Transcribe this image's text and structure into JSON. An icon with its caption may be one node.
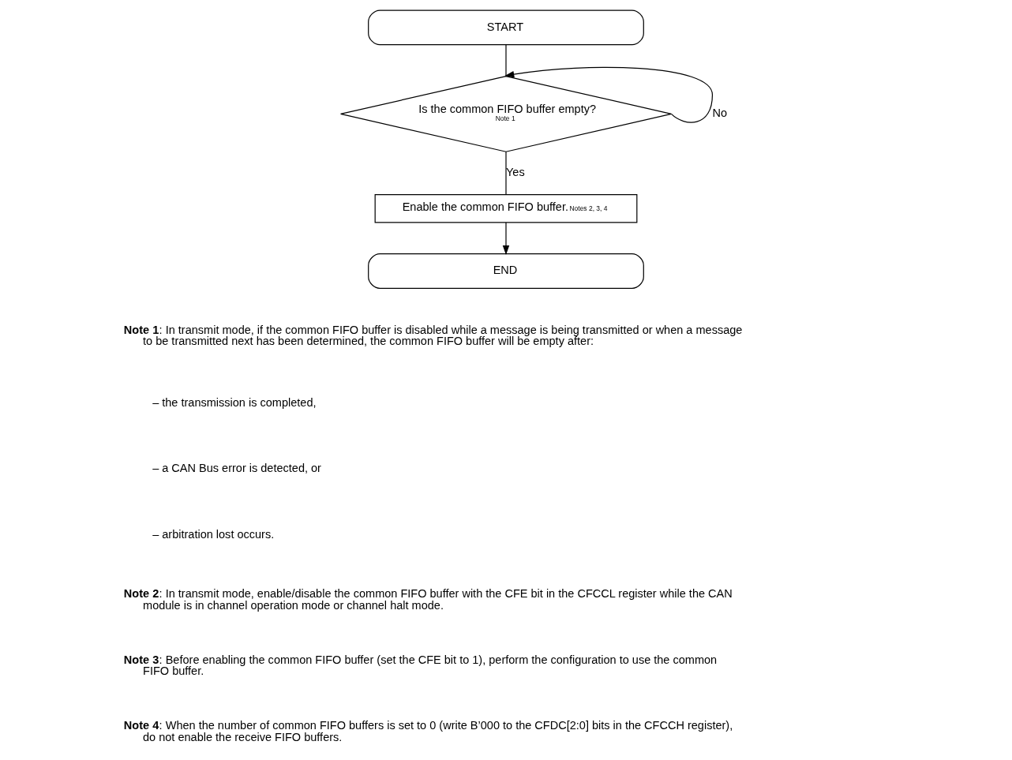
{
  "diagram": {
    "nodes": [
      {
        "text": [
          "START"
        ]
      },
      {
        "text": [
          "Is the common FIFO buffer empty?",
          "Note 1"
        ]
      },
      {
        "text": [
          "Enable the common FIFO buffer.",
          "Notes 2, 3, 4"
        ]
      },
      {
        "text": [
          "END"
        ]
      }
    ],
    "edges": [
      {
        "from": 0,
        "to": 1,
        "arrow": "none"
      },
      {
        "from": 1,
        "to": 1,
        "arrow": "to",
        "label": "No"
      },
      {
        "from": 1,
        "to": 2,
        "arrow": "none",
        "label": "Yes"
      },
      {
        "from": 2,
        "to": 3,
        "arrow": "to"
      }
    ],
    "labels": [
      "**Note 1**: In transmit mode, if the common FIFO buffer is disabled while a message is being transmitted or when a message to be transmitted next has been determined, the common FIFO buffer will be empty after:",
      "– the transmission is completed,",
      "– a CAN Bus error is detected, or",
      "– arbitration lost occurs.",
      "**Note 2**: In transmit mode, enable/disable the common FIFO buffer with the CFE bit in the CFCCL register while the CAN module is in channel operation mode or channel halt mode.",
      "**Note 3**: Before enabling the common FIFO buffer (set the CFE bit to 1), perform the configuration to use the common FIFO buffer.",
      "**Note 4**: When the number of common FIFO buffers is set to 0 (write B’000 to the CFDC[2:0] bits in the CFCCH register), do not enable the receive FIFO buffers."
    ]
  }
}
